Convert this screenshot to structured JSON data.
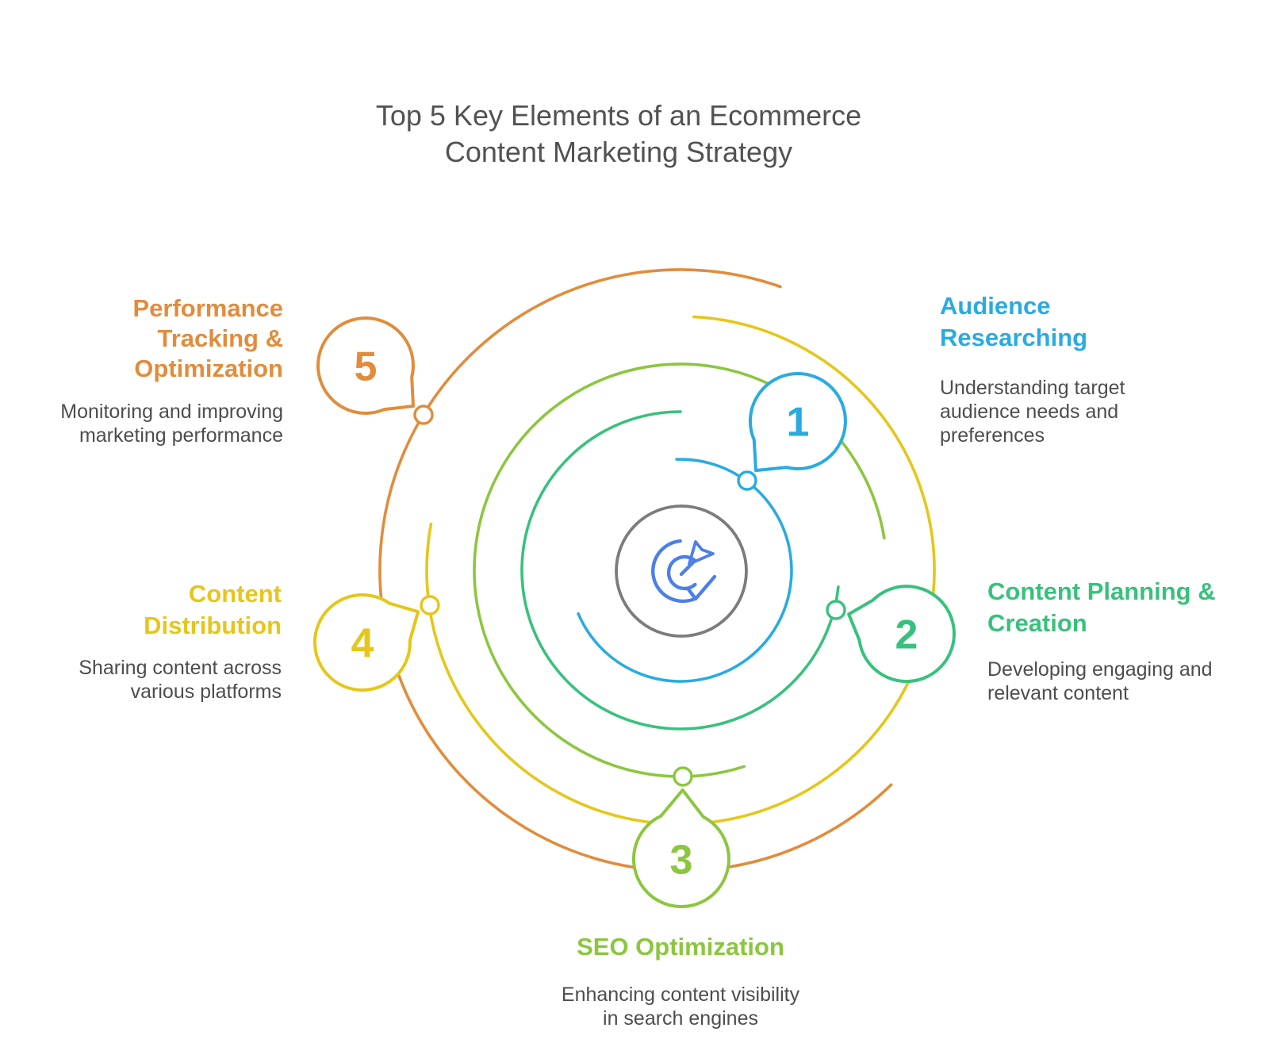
{
  "title": {
    "lines": [
      "Top 5 Key Elements of an Ecommerce",
      "Content Marketing Strategy"
    ]
  },
  "items": [
    {
      "number": "1",
      "color": "#29ABE2",
      "heading_lines": [
        "Audience",
        "Researching"
      ],
      "desc_lines": [
        "Understanding target",
        "audience needs and",
        "preferences"
      ]
    },
    {
      "number": "2",
      "color": "#38C17D",
      "heading_lines": [
        "Content Planning &",
        "Creation"
      ],
      "desc_lines": [
        "Developing engaging and",
        "relevant content"
      ]
    },
    {
      "number": "3",
      "color": "#8CC63F",
      "heading_lines": [
        "SEO Optimization"
      ],
      "desc_lines": [
        "Enhancing content visibility",
        "in search engines"
      ]
    },
    {
      "number": "4",
      "color": "#E6C619",
      "heading_lines": [
        "Content",
        "Distribution"
      ],
      "desc_lines": [
        "Sharing content across",
        "various platforms"
      ]
    },
    {
      "number": "5",
      "color": "#E28C3B",
      "heading_lines": [
        "Performance",
        "Tracking &",
        "Optimization"
      ],
      "desc_lines": [
        "Monitoring and improving",
        "marketing performance"
      ]
    }
  ],
  "center": {
    "icon": "target-dart-check-icon",
    "ring_color": "#7C7C7C",
    "icon_color": "#4D7FE8"
  },
  "text_colors": {
    "title": "#525252",
    "description": "#4D4D4D"
  }
}
